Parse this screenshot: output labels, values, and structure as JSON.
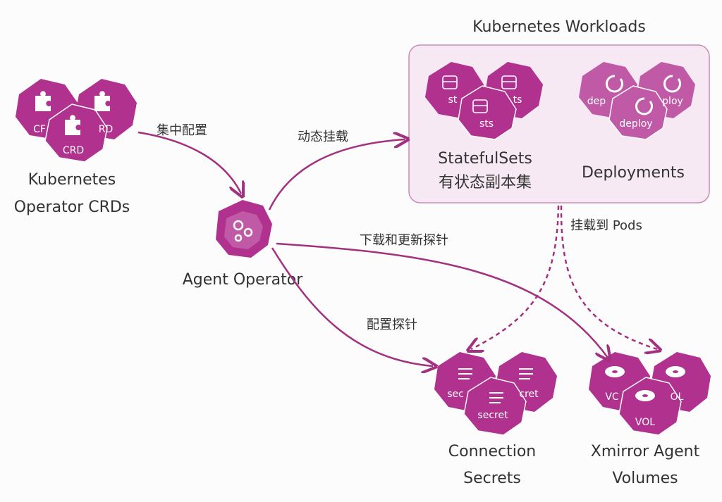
{
  "colors": {
    "hex_fill": "#b0318e",
    "hex_fill_light": "#c15aa6",
    "arrow": "#a2317f",
    "panel_fill": "#f6e9f3",
    "panel_stroke": "#c98bb9",
    "text": "#333333"
  },
  "crds": {
    "icon": "puzzle-icon",
    "hex_labels": [
      "CF",
      "RD",
      "CRD"
    ],
    "title_line1": "Kubernetes",
    "title_line2": "Operator CRDs"
  },
  "operator": {
    "icon": "gears-icon",
    "label": "Agent Operator"
  },
  "workloads": {
    "title": "Kubernetes Workloads",
    "statefulsets": {
      "icon": "database-icon",
      "hex_labels": [
        "st",
        "ts",
        "sts"
      ],
      "label_line1": "StatefulSets",
      "label_line2": "有状态副本集"
    },
    "deployments": {
      "icon": "refresh-icon",
      "hex_labels": [
        "dep",
        "ploy",
        "deploy"
      ],
      "label": "Deployments"
    }
  },
  "secrets": {
    "icon": "lock-document-icon",
    "hex_labels": [
      "sec",
      "cret",
      "secret"
    ],
    "label_line1": "Connection",
    "label_line2": "Secrets"
  },
  "volumes": {
    "icon": "disk-icon",
    "hex_labels": [
      "VC",
      "OL",
      "VOL"
    ],
    "label_line1": "Xmirror Agent",
    "label_line2": "Volumes"
  },
  "edges": {
    "centralized_config": "集中配置",
    "dynamic_mount": "动态挂载",
    "mount_to_pods": "挂载到 Pods",
    "download_update_probe": "下载和更新探针",
    "configure_probe": "配置探针"
  }
}
